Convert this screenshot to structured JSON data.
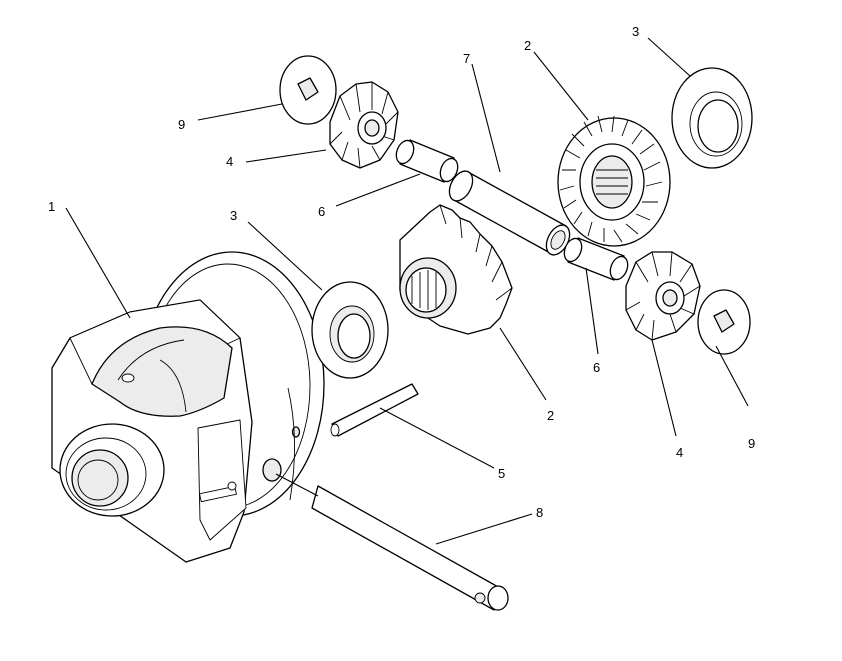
{
  "callouts": {
    "c1": "1",
    "c2a": "2",
    "c2b": "2",
    "c3a": "3",
    "c3b": "3",
    "c4a": "4",
    "c4b": "4",
    "c5": "5",
    "c6a": "6",
    "c6b": "6",
    "c7": "7",
    "c8": "8",
    "c9a": "9",
    "c9b": "9"
  }
}
